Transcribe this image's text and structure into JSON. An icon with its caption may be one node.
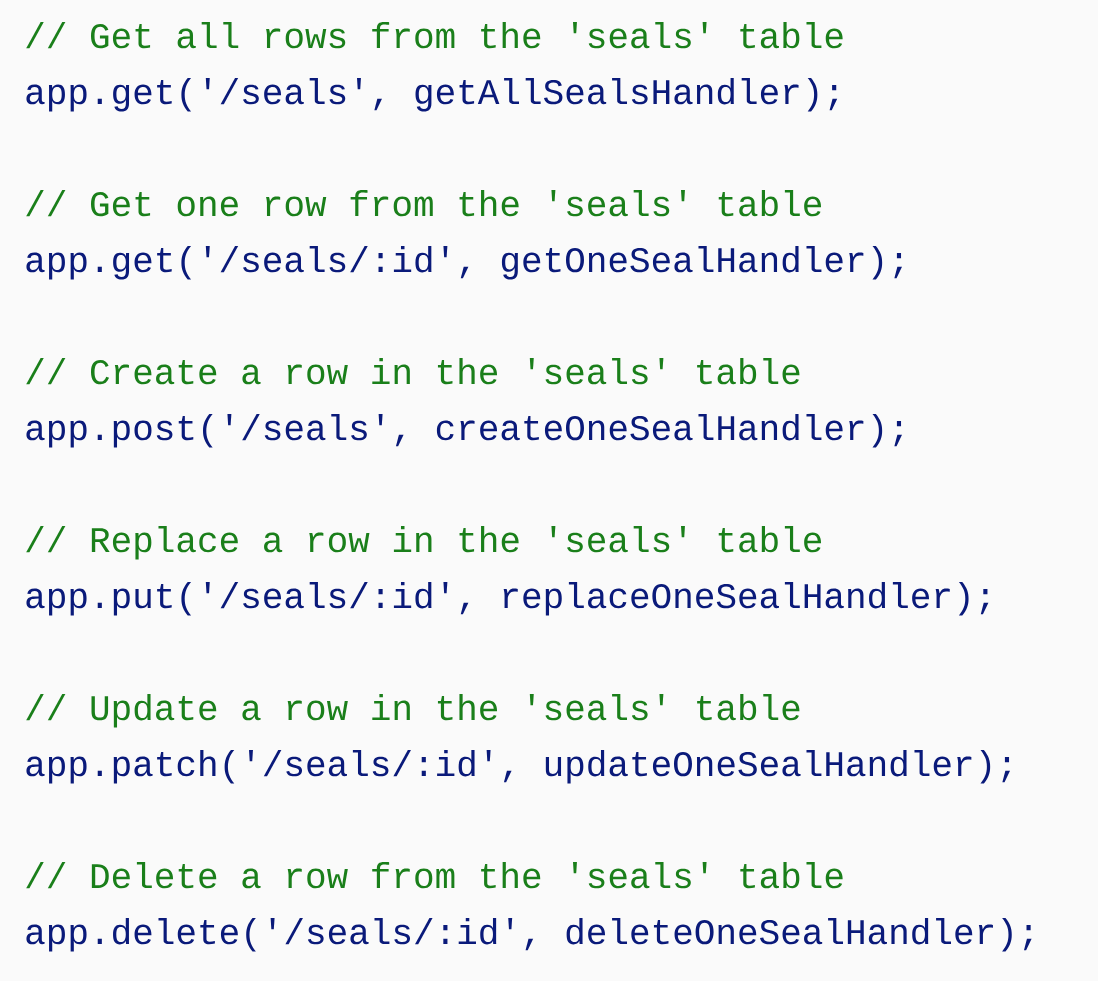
{
  "diagram": {
    "labels": [
      "// Get all rows from the 'seals' table",
      "app.get('/seals', getAllSealsHandler);",
      "// Get one row from the 'seals' table",
      "app.get('/seals/:id', getOneSealHandler);",
      "// Create a row in the 'seals' table",
      "app.post('/seals', createOneSealHandler);",
      "// Replace a row in the 'seals' table",
      "app.put('/seals/:id', replaceOneSealHandler);",
      "// Update a row in the 'seals' table",
      "app.patch('/seals/:id', updateOneSealHandler);",
      "// Delete a row from the 'seals' table",
      "app.delete('/seals/:id', deleteOneSealHandler);"
    ]
  }
}
